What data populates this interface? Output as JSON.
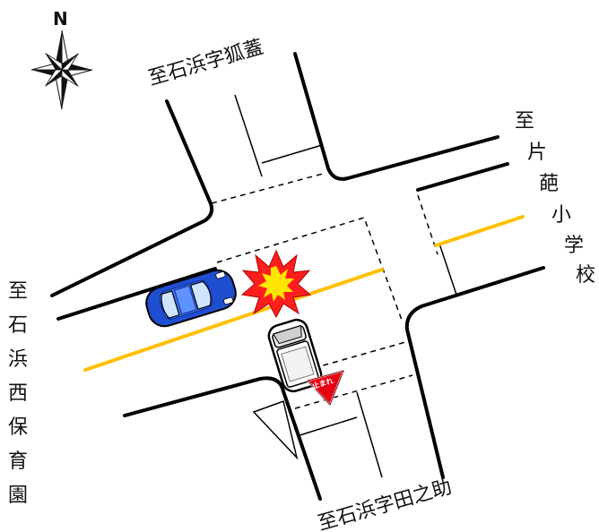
{
  "compass": {
    "north_label": "N",
    "icon": "compass-rose-icon"
  },
  "labels": {
    "north_road": "至石浜字狐蓋",
    "east_road": [
      "至",
      "片",
      "葩",
      "小",
      "学",
      "校"
    ],
    "west_road": [
      "至",
      "石",
      "浜",
      "西",
      "保",
      "育",
      "園"
    ],
    "south_road": "至石浜字田之助"
  },
  "sign": {
    "text": "止まれ",
    "icon": "stop-sign-icon"
  },
  "colors": {
    "center_line": "#ffc000",
    "car_blue": "#1f4fd1",
    "car_white": "#ffffff",
    "collision": "#ff1e1e",
    "collision_core": "#ffe600",
    "stop_sign": "#e60012"
  }
}
